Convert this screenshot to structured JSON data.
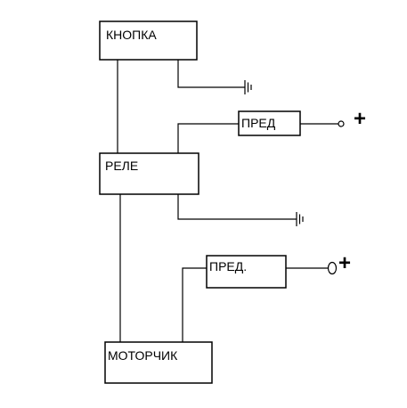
{
  "blocks": {
    "button": {
      "label": "КНОПКА"
    },
    "relay": {
      "label": "РЕЛЕ"
    },
    "fuse_top": {
      "label": "ПРЕД"
    },
    "fuse_bottom": {
      "label": "ПРЕД."
    },
    "motor": {
      "label": "МОТОРЧИК"
    }
  },
  "terminals": {
    "top_positive": {
      "label": "+"
    },
    "bottom_positive": {
      "label": "+"
    }
  }
}
